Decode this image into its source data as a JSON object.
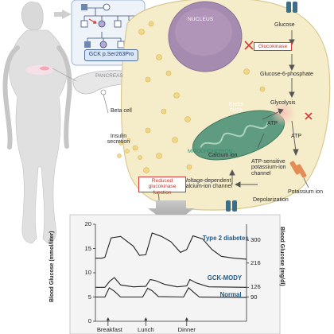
{
  "pedigree": {
    "gene_label": "GCK p.Ser263Pro"
  },
  "cell": {
    "nucleus": "NUCLEUS",
    "glucose": "Glucose",
    "glucokinase": "Glucokinase",
    "g6p": "Glucose-6-phosphate",
    "glycolysis": "Glycolysis",
    "krebs": "Krebs cycle",
    "mitochondrion": "MITOCHONDRION",
    "atp1": "ATP",
    "atp2": "ATP",
    "calcium_ion": "Calcium ion",
    "katp_channel": "ATP-sensitive potassium-ion channel",
    "vdcc": "Voltage-dependent calcium-ion channel",
    "depolarization": "Depolarization",
    "potassium_ion": "Potassium ion",
    "insulin_secretion": "Insulin secretion",
    "beta_cell": "Beta cell",
    "pancreas": "PANCREAS",
    "reduced_function": "Reduced glucokinase function"
  },
  "colors": {
    "cell_fill": "#f5ecc9",
    "nucleus": "#a68bb0",
    "mito": "#5f9b80",
    "red": "#d23a3a",
    "series_line": "#222222"
  },
  "chart_data": {
    "type": "line",
    "ylabel_left": "Blood Glucose (mmol/liter)",
    "ylabel_right": "Blood Glucose (mg/dl)",
    "yticks_left": [
      0,
      5,
      10,
      15,
      20
    ],
    "ylim_left": [
      0,
      20
    ],
    "yticks_right": [
      {
        "value": 16.7,
        "label": "300"
      },
      {
        "value": 12.0,
        "label": "216"
      },
      {
        "value": 7.0,
        "label": "126"
      },
      {
        "value": 5.0,
        "label": "90"
      }
    ],
    "xlim": [
      0,
      24
    ],
    "meal_markers": [
      {
        "label": "Breakfast",
        "x": 2.0
      },
      {
        "label": "Lunch",
        "x": 8.0
      },
      {
        "label": "Dinner",
        "x": 14.5
      }
    ],
    "series": [
      {
        "name": "Type 2 diabetes",
        "points": [
          [
            0,
            13
          ],
          [
            1,
            13
          ],
          [
            1.5,
            13.2
          ],
          [
            2.5,
            17.2
          ],
          [
            4,
            17.5
          ],
          [
            6,
            15.5
          ],
          [
            7,
            13.6
          ],
          [
            8,
            13.7
          ],
          [
            9,
            18.2
          ],
          [
            10.5,
            17.5
          ],
          [
            12,
            16.4
          ],
          [
            13.5,
            14.2
          ],
          [
            14.5,
            14.8
          ],
          [
            15.5,
            17.6
          ],
          [
            17,
            17
          ],
          [
            18.5,
            14.8
          ],
          [
            20,
            13.4
          ],
          [
            22,
            13
          ],
          [
            24,
            12.8
          ]
        ]
      },
      {
        "name": "GCK-MODY",
        "points": [
          [
            0,
            7
          ],
          [
            1.5,
            7
          ],
          [
            2.3,
            8.3
          ],
          [
            3,
            9
          ],
          [
            4,
            7.5
          ],
          [
            6,
            7.1
          ],
          [
            8,
            7.2
          ],
          [
            8.7,
            8.6
          ],
          [
            9.5,
            8.4
          ],
          [
            11,
            7.6
          ],
          [
            13,
            7.1
          ],
          [
            14.5,
            7.3
          ],
          [
            15,
            8.6
          ],
          [
            16,
            7.9
          ],
          [
            18,
            7.1
          ],
          [
            24,
            7
          ]
        ]
      },
      {
        "name": "Normal",
        "points": [
          [
            0,
            5
          ],
          [
            1.5,
            5
          ],
          [
            2.2,
            6.9
          ],
          [
            3,
            6.2
          ],
          [
            4,
            5
          ],
          [
            7.5,
            5
          ],
          [
            8.3,
            6.8
          ],
          [
            9,
            6.3
          ],
          [
            10,
            5.1
          ],
          [
            14,
            5
          ],
          [
            14.8,
            6.9
          ],
          [
            15.5,
            6.1
          ],
          [
            16.5,
            5
          ],
          [
            24,
            4.9
          ]
        ]
      }
    ]
  }
}
